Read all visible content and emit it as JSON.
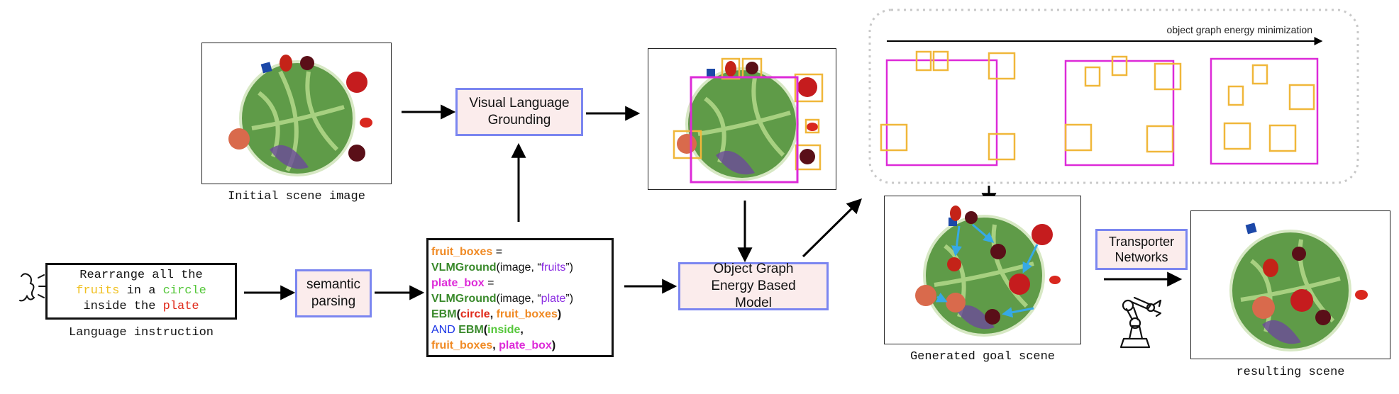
{
  "captions": {
    "initial_scene": "Initial scene image",
    "language_instruction": "Language instruction",
    "generated_goal": "Generated goal scene",
    "resulting_scene": "resulting scene"
  },
  "instruction": {
    "w1": "Rearrange all the",
    "w2": "fruits",
    "w3": " in a ",
    "w4": "circle",
    "w5": "inside the ",
    "w6": "plate"
  },
  "boxes": {
    "semantic_parsing": "semantic parsing",
    "vlg": "Visual Language Grounding",
    "ogebm": "Object Graph Energy Based Model",
    "transporter": "Transporter Networks"
  },
  "program": {
    "l1a": "fruit_boxes",
    "l1b": " =",
    "l2a": "VLMGround",
    "l2b": "(image, “",
    "l2c": "fruits",
    "l2d": "”)",
    "l3a": "plate_box",
    "l3b": " =",
    "l4a": "VLMGround",
    "l4b": "(image, “",
    "l4c": "plate",
    "l4d": "”)",
    "l5a": "EBM",
    "l5b": "(",
    "l5c": "circle",
    "l5d": ", ",
    "l5e": "fruit_boxes",
    "l5f": ")",
    "l6a": "AND ",
    "l6b": "EBM",
    "l6c": "(",
    "l6d": "inside",
    "l6e": ",",
    "l7a": "fruit_boxes",
    "l7b": ", ",
    "l7c": "plate_box",
    "l7d": ")"
  },
  "energy": {
    "label": "object graph energy minimization"
  },
  "colors": {
    "box_border": "#7b86f0",
    "box_fill": "#fbecec",
    "plate_box": "#dd2ad8",
    "fruit_box": "#f0b73a",
    "goal_arrow": "#36a9e6"
  }
}
